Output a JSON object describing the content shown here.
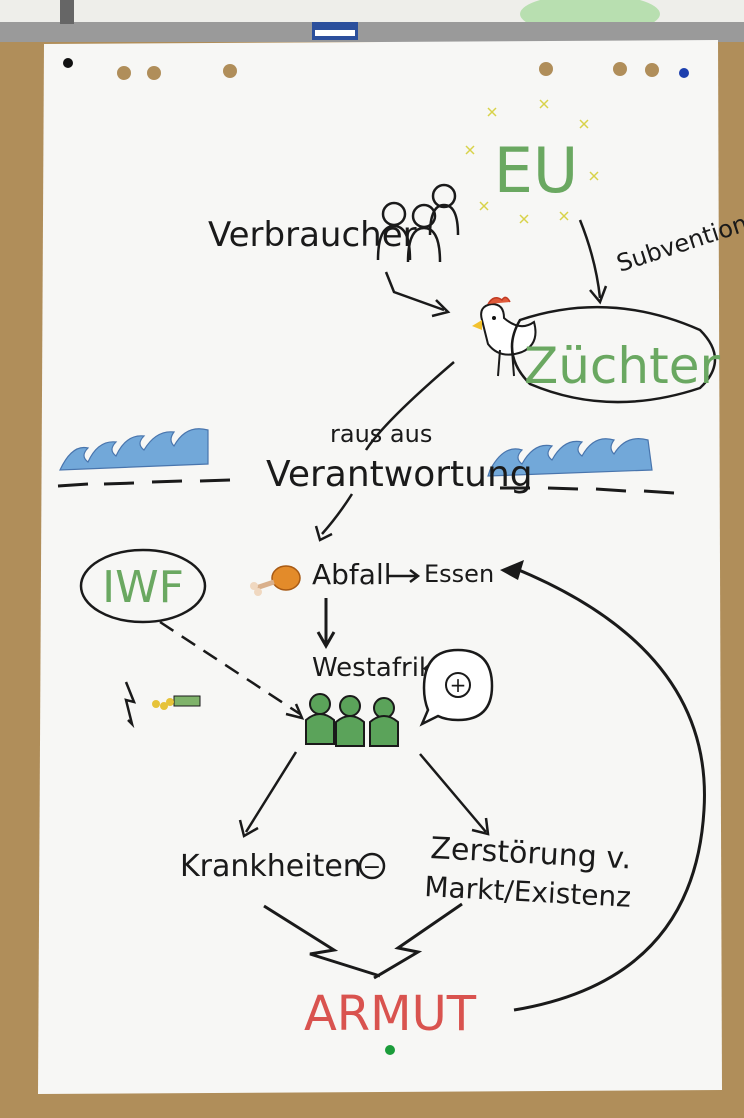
{
  "labels": {
    "eu": "EU",
    "verbraucher": "Verbraucher",
    "subvention": "Subvention",
    "zuechter": "Züchter",
    "raus_aus": "raus aus",
    "verantwortung": "Verantwortung",
    "iwf": "IWF",
    "abfall": "Abfall",
    "essen": "Essen",
    "westafrika": "Westafrika",
    "plus": "+",
    "krankheiten": "Krankheiten",
    "minus": "−",
    "zerstoerung_line1": "Zerstörung v.",
    "zerstoerung_line2": "Markt/Existenz",
    "armut": "ARMUT"
  },
  "colors": {
    "ink": "#1a1a1a",
    "green": "#6aa861",
    "red": "#d9534f",
    "water": "#5b9bd5",
    "paper": "#f7f7f5",
    "cork": "#b08e5a"
  }
}
